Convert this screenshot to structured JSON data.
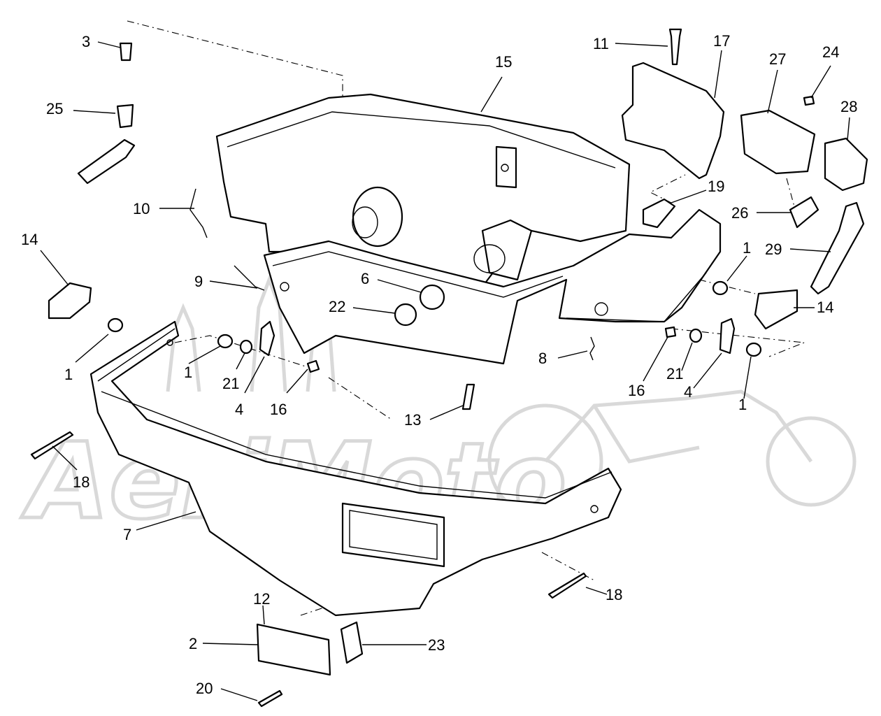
{
  "diagram": {
    "watermark": "AeriMoto",
    "callouts": [
      {
        "id": "c3",
        "label": "3"
      },
      {
        "id": "c25",
        "label": "25"
      },
      {
        "id": "c10",
        "label": "10"
      },
      {
        "id": "c14a",
        "label": "14"
      },
      {
        "id": "c9",
        "label": "9"
      },
      {
        "id": "c1a",
        "label": "1"
      },
      {
        "id": "c1b",
        "label": "1"
      },
      {
        "id": "c21a",
        "label": "21"
      },
      {
        "id": "c4a",
        "label": "4"
      },
      {
        "id": "c16a",
        "label": "16"
      },
      {
        "id": "c18a",
        "label": "18"
      },
      {
        "id": "c7",
        "label": "7"
      },
      {
        "id": "c15",
        "label": "15"
      },
      {
        "id": "c6",
        "label": "6"
      },
      {
        "id": "c22",
        "label": "22"
      },
      {
        "id": "c11",
        "label": "11"
      },
      {
        "id": "c17",
        "label": "17"
      },
      {
        "id": "c27",
        "label": "27"
      },
      {
        "id": "c24",
        "label": "24"
      },
      {
        "id": "c28",
        "label": "28"
      },
      {
        "id": "c19",
        "label": "19"
      },
      {
        "id": "c26",
        "label": "26"
      },
      {
        "id": "c29",
        "label": "29"
      },
      {
        "id": "c1c",
        "label": "1"
      },
      {
        "id": "c14b",
        "label": "14"
      },
      {
        "id": "c8",
        "label": "8"
      },
      {
        "id": "c16b",
        "label": "16"
      },
      {
        "id": "c21b",
        "label": "21"
      },
      {
        "id": "c4b",
        "label": "4"
      },
      {
        "id": "c1d",
        "label": "1"
      },
      {
        "id": "c13",
        "label": "13"
      },
      {
        "id": "c18b",
        "label": "18"
      },
      {
        "id": "c12",
        "label": "12"
      },
      {
        "id": "c2",
        "label": "2"
      },
      {
        "id": "c23",
        "label": "23"
      },
      {
        "id": "c20",
        "label": "20"
      }
    ]
  }
}
